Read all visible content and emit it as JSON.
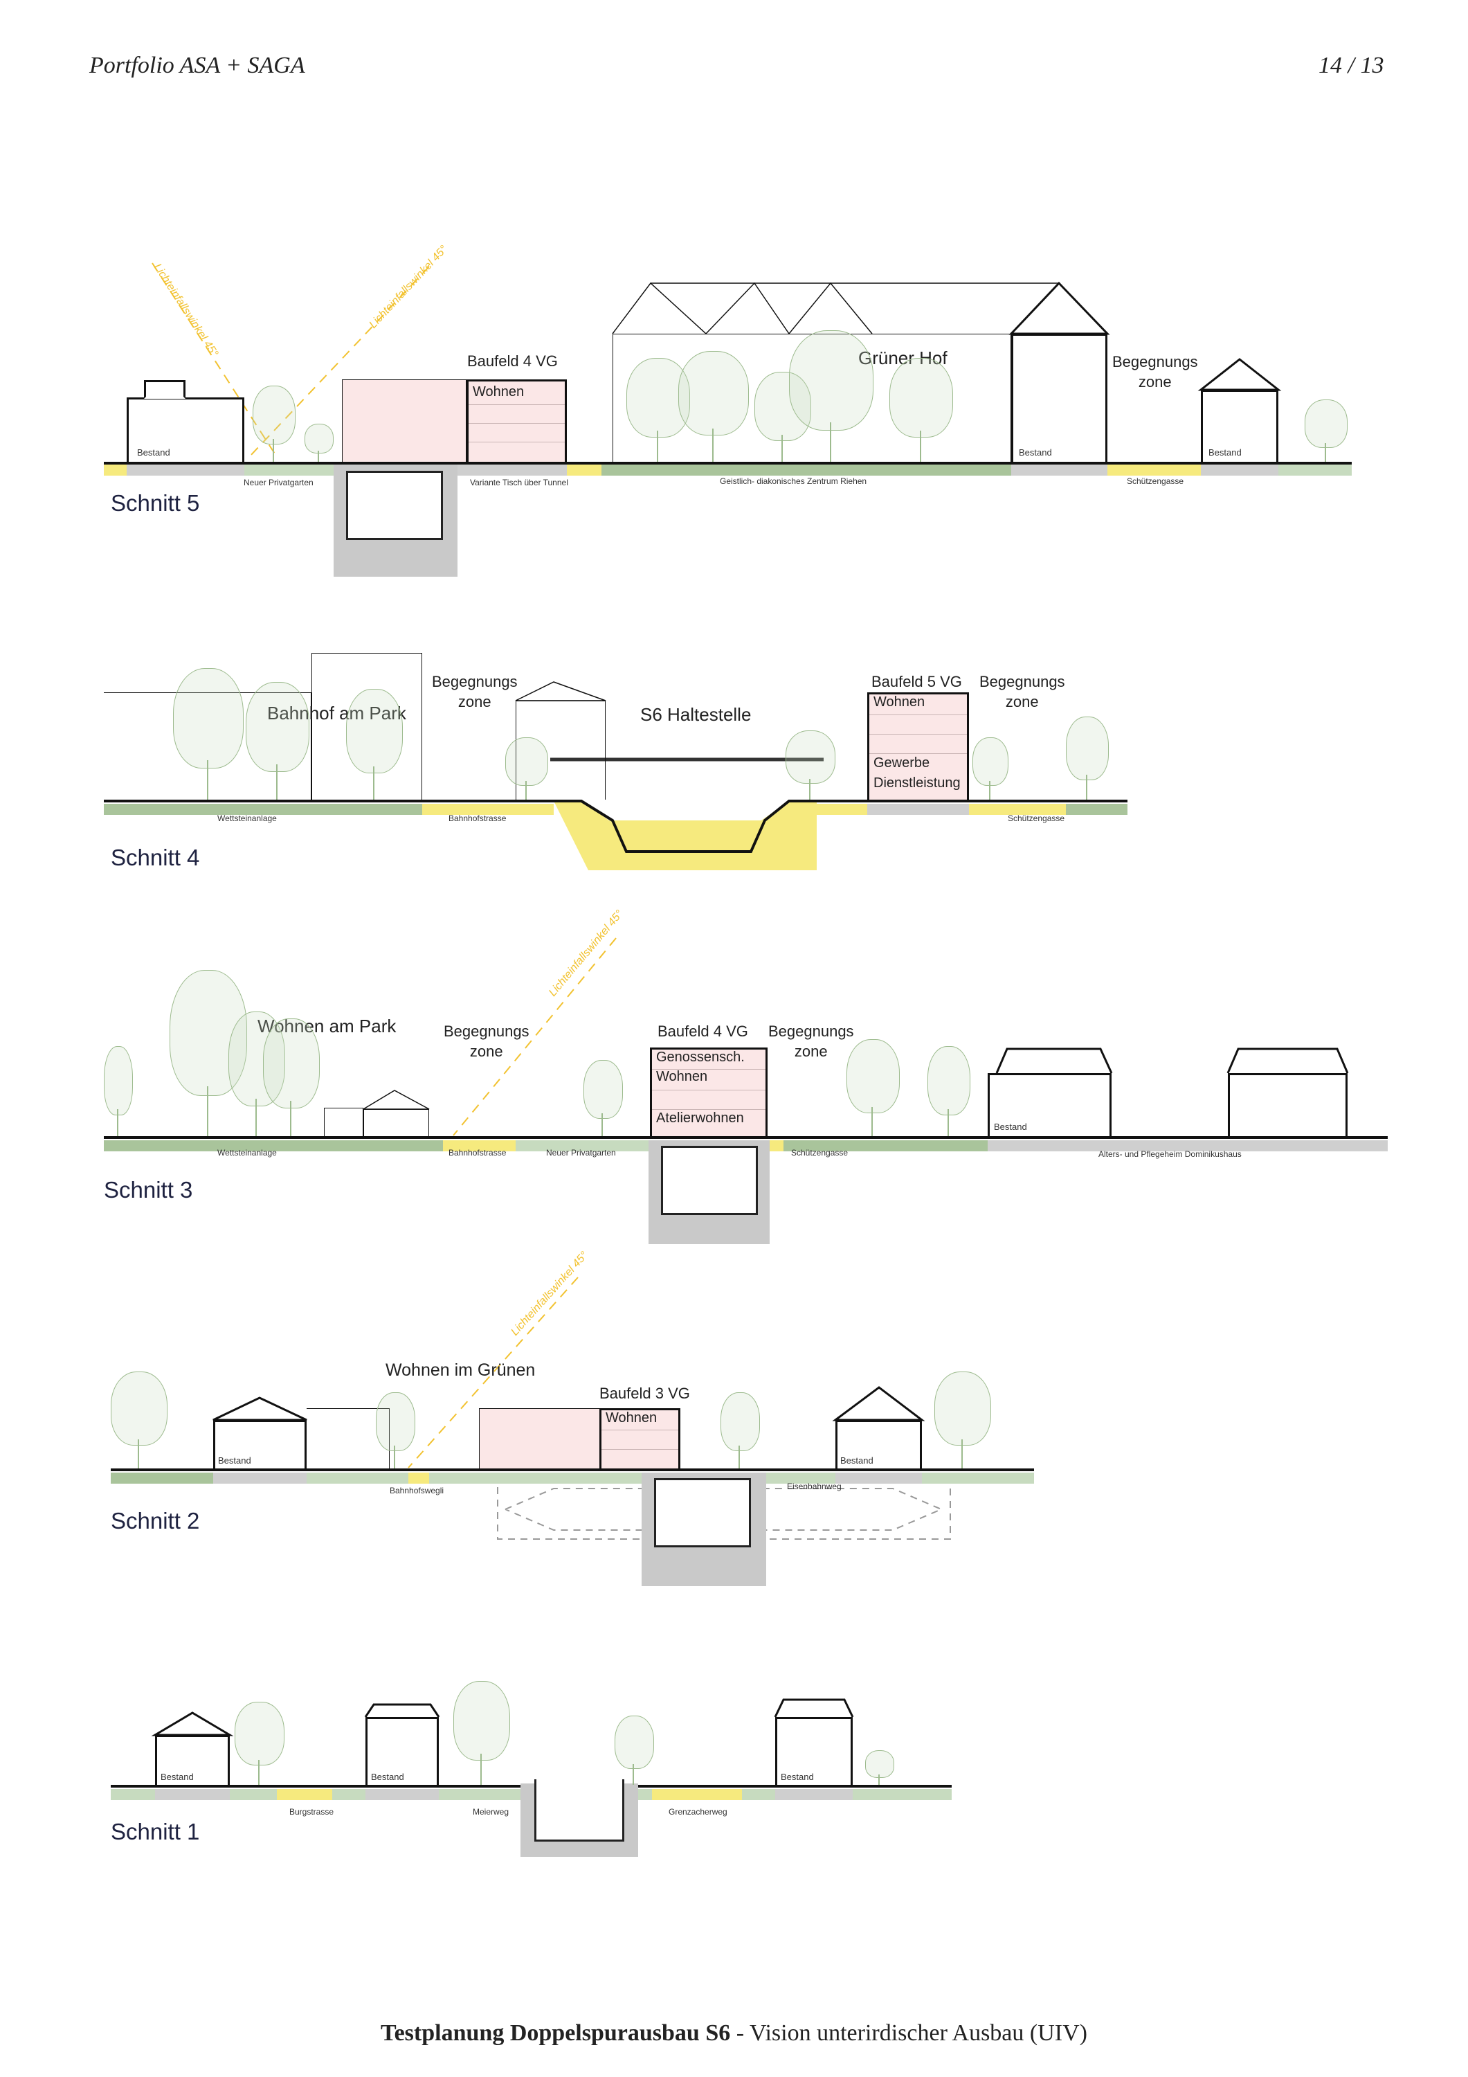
{
  "header": {
    "title": "Portfolio ASA + SAGA",
    "page": "14 / 13"
  },
  "footer": {
    "bold": "Testplanung Doppelspurausbau S6",
    "rest": " - Vision unterirdischer Ausbau (UIV)"
  },
  "light_angle": "Lichteinfallswinkel 45°",
  "s5": {
    "title": "Schnitt 5",
    "baufeld": "Baufeld 4 VG",
    "use": "Wohnen",
    "gruener_hof": "Grüner Hof",
    "begegnung1": "Begegnungs",
    "begegnung2": "zone",
    "bestand": "Bestand",
    "roads": [
      "Neuer Privatgarten",
      "Variante Tisch über Tunnel",
      "Geistlich- diakonisches Zentrum Riehen",
      "Schützengasse"
    ]
  },
  "s4": {
    "title": "Schnitt 4",
    "bahnhof": "Bahnhof am Park",
    "begegnung1": "Begegnungs",
    "begegnung2": "zone",
    "haltestelle": "S6 Haltestelle",
    "baufeld": "Baufeld 5 VG",
    "use1": "Wohnen",
    "use2": "Gewerbe",
    "use3": "Dienstleistung",
    "roads": [
      "Wettsteinanlage",
      "Bahnhofstrasse",
      "Schützengasse"
    ]
  },
  "s3": {
    "title": "Schnitt 3",
    "wohnen_park": "Wohnen am Park",
    "begegnung1": "Begegnungs",
    "begegnung2": "zone",
    "baufeld": "Baufeld 4 VG",
    "use1": "Genossensch.",
    "use2": "Wohnen",
    "use3": "Atelierwohnen",
    "bestand": "Bestand",
    "roads": [
      "Wettsteinanlage",
      "Bahnhofstrasse",
      "Neuer Privatgarten",
      "Schützengasse",
      "Alters- und Pflegeheim Dominikushaus"
    ]
  },
  "s2": {
    "title": "Schnitt 2",
    "wohnen_gruenen": "Wohnen im Grünen",
    "baufeld": "Baufeld 3 VG",
    "use": "Wohnen",
    "bestand": "Bestand",
    "roads": [
      "Bahnhofswegli",
      "Eisenbahnweg"
    ]
  },
  "s1": {
    "title": "Schnitt 1",
    "bestand": "Bestand",
    "roads": [
      "Burgstrasse",
      "Meierweg",
      "Grenzacherweg"
    ]
  }
}
